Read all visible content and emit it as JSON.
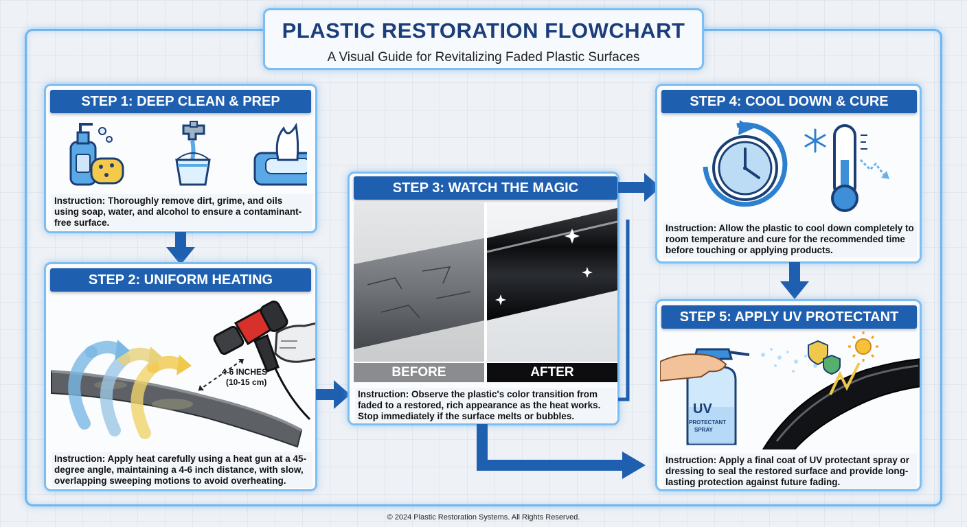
{
  "title": "PLASTIC RESTORATION FLOWCHART",
  "subtitle": "A Visual Guide for Revitalizing Faded Plastic Surfaces",
  "steps": [
    {
      "title": "STEP 1: DEEP CLEAN & PREP",
      "instruction": "Instruction: Thoroughly remove dirt, grime, and oils using soap, water, and alcohol to ensure a contaminant-free surface."
    },
    {
      "title": "STEP 2: UNIFORM HEATING",
      "instruction": "Instruction: Apply heat carefully using a heat gun at a 45-degree angle, maintaining a 4-6 inch distance, with slow, overlapping sweeping motions to avoid overheating.",
      "distance_label": "4-6 INCHES",
      "distance_metric": "(10-15 cm)"
    },
    {
      "title": "STEP 3: WATCH THE MAGIC",
      "instruction": "Instruction: Observe the plastic's color transition from faded to a restored, rich appearance as the heat works. Stop immediately if the surface melts or bubbles.",
      "before_label": "BEFORE",
      "after_label": "AFTER"
    },
    {
      "title": "STEP 4: COOL DOWN & CURE",
      "instruction": "Instruction: Allow the plastic to cool down completely to room temperature and cure for the recommended time before touching or applying products."
    },
    {
      "title": "STEP 5: APPLY UV PROTECTANT",
      "instruction": "Instruction: Apply a final coat of UV protectant spray or dressing to seal the restored surface and provide long-lasting protection against future fading.",
      "bottle_label": "UV",
      "bottle_text_1": "PROTECTANT",
      "bottle_text_2": "SPRAY"
    }
  ],
  "footer": "© 2024 Plastic Restoration Systems. All Rights Reserved.",
  "colors": {
    "banner": "#1f5fb0",
    "border": "#7dbdf0",
    "arrow": "#1f5fb0"
  }
}
